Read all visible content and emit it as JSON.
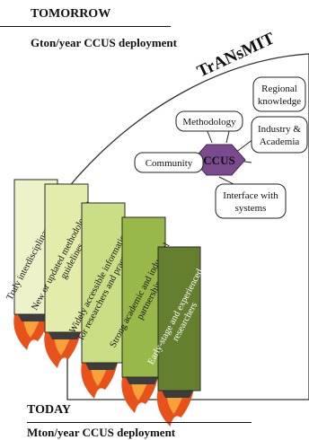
{
  "top": {
    "heading": "TOMORROW",
    "subheading": "Gton/year CCUS deployment"
  },
  "bottom": {
    "heading": "TODAY",
    "subheading": "Mton/year CCUS deployment"
  },
  "rocket": {
    "label": "TrANsMIT",
    "hub": "CCUS",
    "nodes": [
      {
        "lines": [
          "Regional",
          "knowledge"
        ]
      },
      {
        "lines": [
          "Methodology"
        ]
      },
      {
        "lines": [
          "Industry &",
          "Academia"
        ]
      },
      {
        "lines": [
          "Community"
        ]
      },
      {
        "lines": [
          "Interface with",
          "systems"
        ]
      }
    ]
  },
  "boosters": [
    {
      "lines": [
        "Truly interdisciplinary network"
      ],
      "color": "#eef2c9"
    },
    {
      "lines": [
        "New or updated methodological",
        "guidelines"
      ],
      "color": "#e3ecab"
    },
    {
      "lines": [
        "Widely accessible information,",
        "for researchers and practitioners"
      ],
      "color": "#c9de85"
    },
    {
      "lines": [
        "Strong academic and industrial",
        "partnership"
      ],
      "color": "#98b84a"
    },
    {
      "lines": [
        "Early-stage and experienced",
        "researchers"
      ],
      "color": "#647f2d"
    }
  ],
  "colors": {
    "hub": "#7a4b8c",
    "flame_outer": "#e8521a",
    "flame_inner": "#f6a13a"
  }
}
